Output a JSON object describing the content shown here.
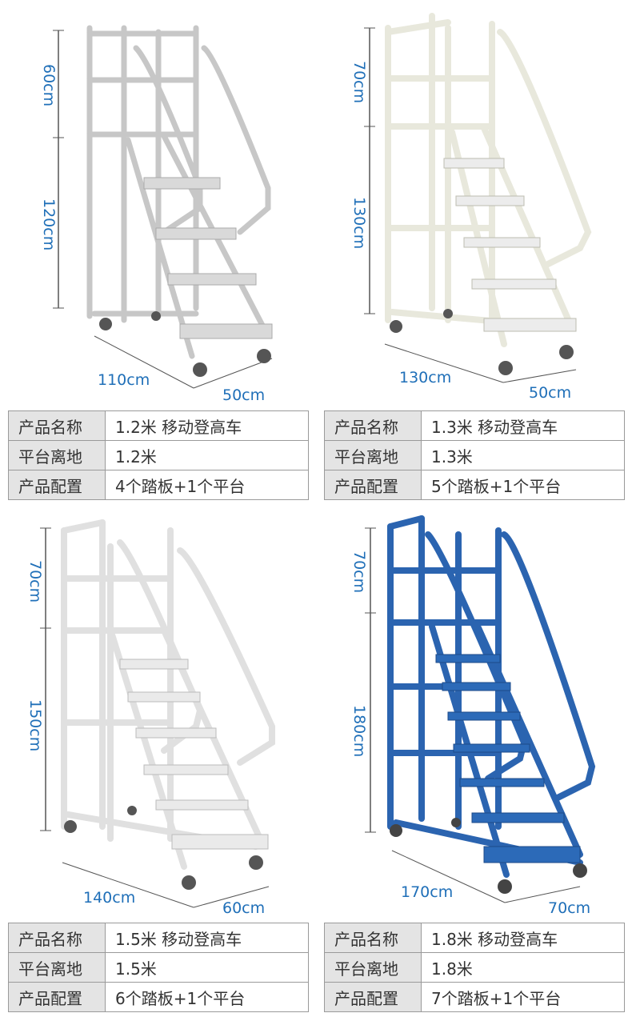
{
  "products": [
    {
      "height_dim": "60cm",
      "mid_dim": "120cm",
      "length_dim": "110cm",
      "width_dim": "50cm",
      "color": "#dedede",
      "rows": [
        {
          "key": "产品名称",
          "value": "1.2米 移动登高车"
        },
        {
          "key": "平台离地",
          "value": "1.2米"
        },
        {
          "key": "产品配置",
          "value": "4个踏板+1个平台"
        }
      ]
    },
    {
      "height_dim": "70cm",
      "mid_dim": "130cm",
      "length_dim": "130cm",
      "width_dim": "50cm",
      "color": "#eeeee6",
      "rows": [
        {
          "key": "产品名称",
          "value": "1.3米 移动登高车"
        },
        {
          "key": "平台离地",
          "value": "1.3米"
        },
        {
          "key": "产品配置",
          "value": "5个踏板+1个平台"
        }
      ]
    },
    {
      "height_dim": "70cm",
      "mid_dim": "150cm",
      "length_dim": "140cm",
      "width_dim": "60cm",
      "color": "#eaeaea",
      "rows": [
        {
          "key": "产品名称",
          "value": "1.5米 移动登高车"
        },
        {
          "key": "平台离地",
          "value": "1.5米"
        },
        {
          "key": "产品配置",
          "value": "6个踏板+1个平台"
        }
      ]
    },
    {
      "height_dim": "70cm",
      "mid_dim": "180cm",
      "length_dim": "170cm",
      "width_dim": "70cm",
      "color": "#2b64b0",
      "rows": [
        {
          "key": "产品名称",
          "value": "1.8米 移动登高车"
        },
        {
          "key": "平台离地",
          "value": "1.8米"
        },
        {
          "key": "产品配置",
          "value": "7个踏板+1个平台"
        }
      ]
    }
  ],
  "accent": "#1f6fb8"
}
